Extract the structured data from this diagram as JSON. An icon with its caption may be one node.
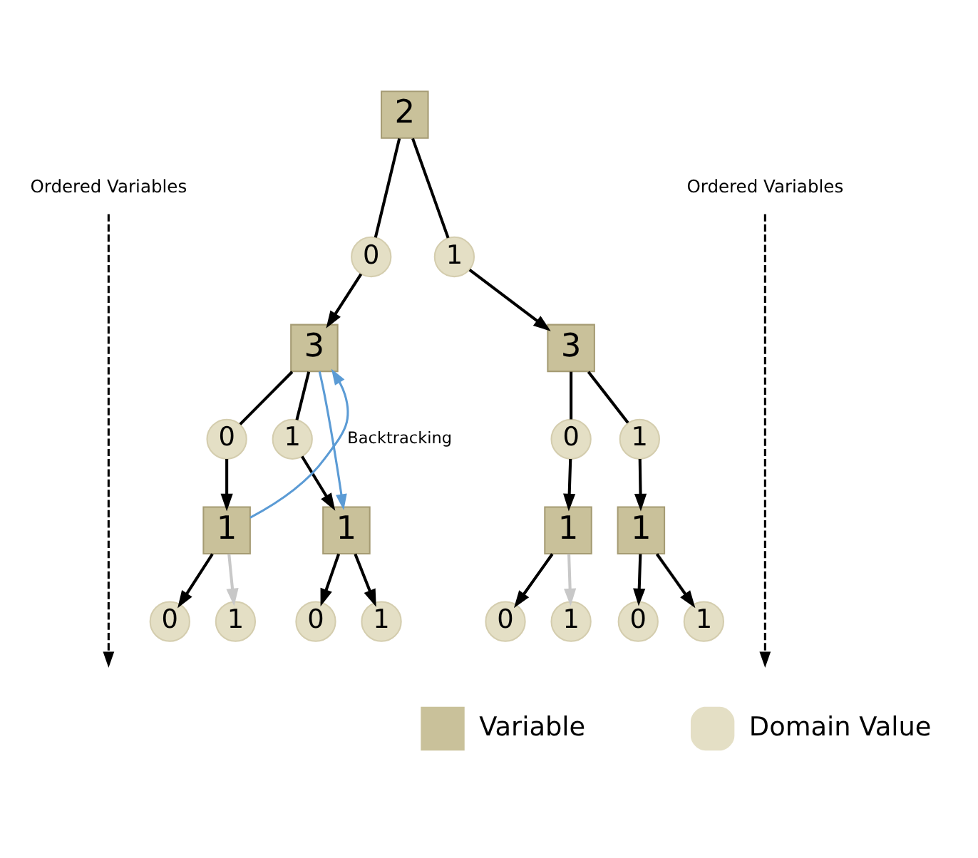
{
  "diagram": {
    "nodes": [
      {
        "text": [
          "Ordered Variables"
        ]
      },
      {
        "text": [
          "2"
        ]
      },
      {
        "text": [
          "Ordered Variables"
        ]
      },
      {
        "text": [
          "0"
        ]
      },
      {
        "text": [
          "1"
        ]
      },
      {
        "text": [
          "3"
        ]
      },
      {
        "text": [
          "3"
        ]
      },
      {
        "text": [
          "0"
        ]
      },
      {
        "text": [
          "1"
        ]
      },
      {
        "text": [
          "0"
        ]
      },
      {
        "text": [
          "1"
        ]
      },
      {
        "text": [
          "1"
        ]
      },
      {
        "text": [
          "1"
        ]
      },
      {
        "text": [
          "1"
        ]
      },
      {
        "text": [
          "1"
        ]
      },
      {
        "text": [
          "0"
        ]
      },
      {
        "text": [
          "1"
        ]
      },
      {
        "text": [
          "0"
        ]
      },
      {
        "text": [
          "1"
        ]
      },
      {
        "text": [
          "0"
        ]
      },
      {
        "text": [
          "1"
        ]
      },
      {
        "text": [
          "0"
        ]
      },
      {
        "text": [
          "1"
        ]
      }
    ],
    "edges": [
      {
        "from": 0,
        "to": null,
        "arrow": "to",
        "style": "dashed"
      },
      {
        "from": 2,
        "to": null,
        "arrow": "to",
        "style": "dashed"
      },
      {
        "from": 1,
        "to": 3,
        "arrow": "none"
      },
      {
        "from": 3,
        "to": 5,
        "arrow": "to"
      },
      {
        "from": 1,
        "to": 4,
        "arrow": "none"
      },
      {
        "from": 4,
        "to": 6,
        "arrow": "to"
      },
      {
        "from": 5,
        "to": 7,
        "arrow": "none"
      },
      {
        "from": 7,
        "to": 11,
        "arrow": "to"
      },
      {
        "from": 5,
        "to": 8,
        "arrow": "none"
      },
      {
        "from": 8,
        "to": 12,
        "arrow": "to"
      },
      {
        "from": 6,
        "to": 9,
        "arrow": "none"
      },
      {
        "from": 9,
        "to": 13,
        "arrow": "to"
      },
      {
        "from": 6,
        "to": 10,
        "arrow": "none"
      },
      {
        "from": 10,
        "to": 14,
        "arrow": "to"
      },
      {
        "from": 11,
        "to": 15,
        "arrow": "to"
      },
      {
        "from": 11,
        "to": 16,
        "arrow": "to",
        "color": "#c8c8c8"
      },
      {
        "from": 12,
        "to": 17,
        "arrow": "to"
      },
      {
        "from": 12,
        "to": 18,
        "arrow": "to"
      },
      {
        "from": 13,
        "to": 19,
        "arrow": "to"
      },
      {
        "from": 13,
        "to": 20,
        "arrow": "to",
        "color": "#c8c8c8"
      },
      {
        "from": 14,
        "to": 21,
        "arrow": "to"
      },
      {
        "from": 14,
        "to": 22,
        "arrow": "to"
      },
      {
        "from": 11,
        "to": 5,
        "arrow": "to",
        "label": "Backtracking",
        "color": "#5b9bd5"
      },
      {
        "from": 5,
        "to": 12,
        "arrow": "to",
        "color": "#5b9bd5"
      }
    ],
    "legend": [
      {
        "text": "Variable"
      },
      {
        "text": "Domain Value"
      }
    ]
  }
}
